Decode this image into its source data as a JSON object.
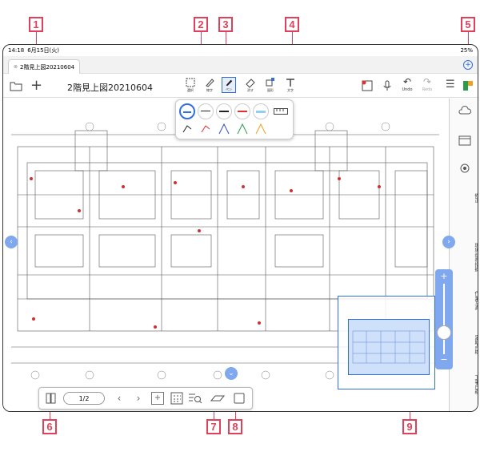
{
  "callouts": [
    "1",
    "2",
    "3",
    "4",
    "5",
    "6",
    "7",
    "8",
    "9"
  ],
  "statusbar": {
    "time": "14:18",
    "date": "6月15日(火)",
    "battery": "25%"
  },
  "tab": {
    "title": "2階見上図20210604"
  },
  "document_title": "2階見上図20210604",
  "toolbar": {
    "tools": [
      {
        "label": "選択",
        "icon": "select-icon"
      },
      {
        "label": "線字",
        "icon": "marker-icon"
      },
      {
        "label": "ペン",
        "icon": "pen-icon"
      },
      {
        "label": "消す",
        "icon": "eraser-icon"
      },
      {
        "label": "図形",
        "icon": "shape-icon"
      },
      {
        "label": "文字",
        "icon": "text-icon"
      }
    ],
    "undo": "Undo",
    "redo": "Redo"
  },
  "pen_popup": {
    "line_colors": [
      "#2f6fe0",
      "#222222",
      "#222222",
      "#e03030",
      "#8fd0f0"
    ],
    "ruler_icon": "ruler-icon"
  },
  "sidebar": {
    "items": [
      "修正",
      "現場巡視指摘",
      "作業写真",
      "定期点検",
      "工事日程"
    ]
  },
  "pager": {
    "page": "1/2"
  },
  "accent": "#2f6fe0",
  "callout_color": "#e0405a"
}
